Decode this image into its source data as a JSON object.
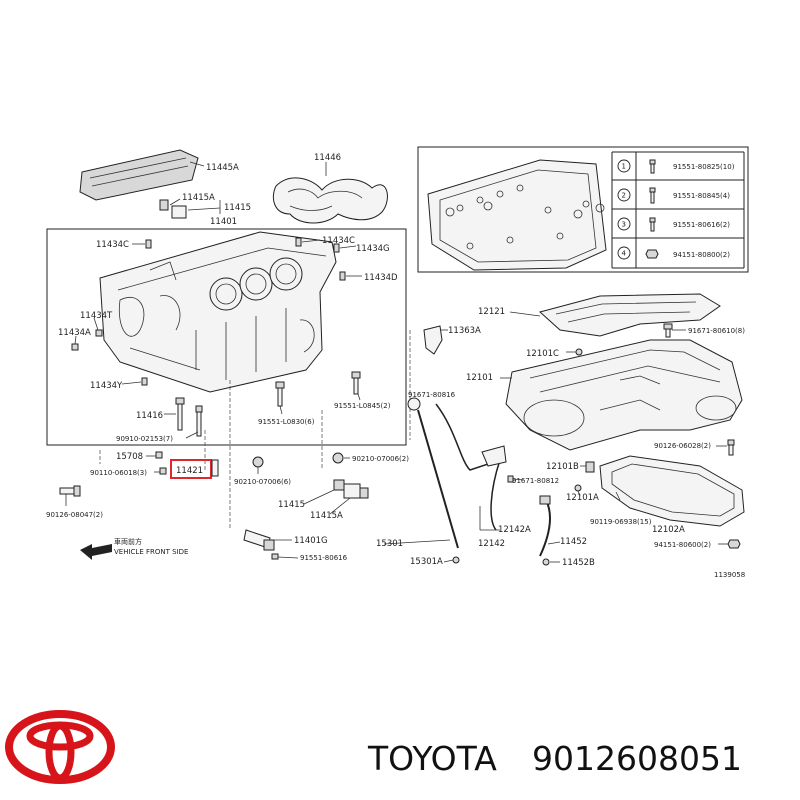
{
  "callouts": {
    "c11445A": "11445A",
    "c11446": "11446",
    "c11415A": "11415A",
    "c11415": "11415",
    "c11401": "11401",
    "c11434C_l": "11434C",
    "c11434C_r": "11434C",
    "c11434G": "11434G",
    "c11434D": "11434D",
    "c11434T": "11434T",
    "c11434A": "11434A",
    "c11434Y": "11434Y",
    "c11416": "11416",
    "c90910": "90910-02153(7)",
    "c15708": "15708",
    "c90110": "90110-06018(3)",
    "c11421": "11421",
    "c90126_47": "90126-08047(2)",
    "c90210_6a": "90210-07006(6)",
    "c91551_L0830": "91551-L0830(6)",
    "c91551_L0845": "91551-L0845(2)",
    "c90210_6b": "90210-07006(2)",
    "c11363A": "11363A",
    "c91671_816": "91671-80816",
    "c11415_b": "11415",
    "c11415A_b": "11415A",
    "c11401G": "11401G",
    "c91551_80616": "91551-80616",
    "c15301": "15301",
    "c15301A": "15301A",
    "c12142A": "12142A",
    "c12142": "12142",
    "c11452": "11452",
    "c11452B": "11452B",
    "c12121": "12121",
    "c91671_80610": "91671-80610(8)",
    "c12101C": "12101C",
    "c12101": "12101",
    "c90126_28": "90126-06028(2)",
    "c12101B": "12101B",
    "c91671_80812": "91671-80812",
    "c12101A": "12101A",
    "c90119": "90119-06938(15)",
    "c12102A": "12102A",
    "c94151": "94151-80600(2)",
    "front_jp": "車両前方",
    "front_en": "VEHICLE FRONT SIDE",
    "fig_code": "1139058"
  },
  "inset_legend": [
    {
      "num": "1",
      "part": "91551-80825(10)"
    },
    {
      "num": "2",
      "part": "91551-80845(4)"
    },
    {
      "num": "3",
      "part": "91551-80616(2)"
    },
    {
      "num": "4",
      "part": "94151-80800(2)"
    }
  ],
  "brand": {
    "name": "TOYOTA",
    "part_number": "9012608051",
    "logo_color": "#d7141a"
  }
}
